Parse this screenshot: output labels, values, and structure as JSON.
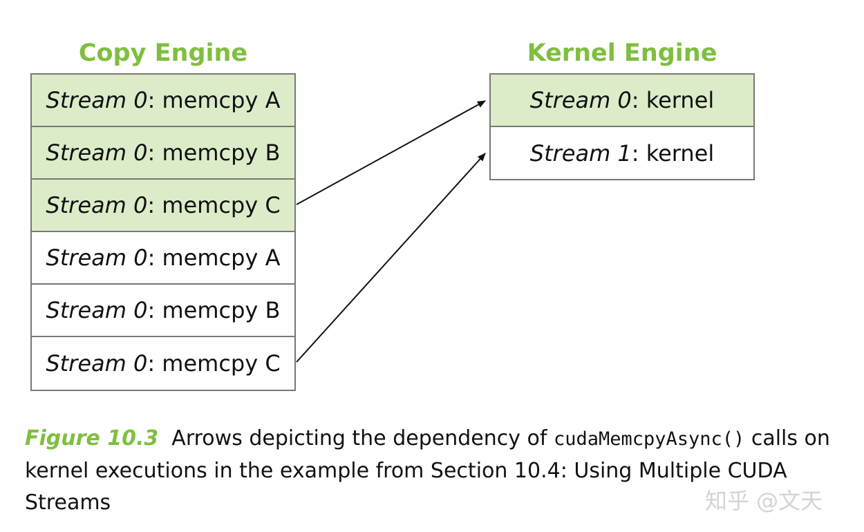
{
  "copy_engine": {
    "title": "Copy Engine",
    "rows": [
      {
        "stream": "Stream 0",
        "op": ": memcpy A",
        "highlighted": true
      },
      {
        "stream": "Stream 0",
        "op": ": memcpy B",
        "highlighted": true
      },
      {
        "stream": "Stream 0",
        "op": ": memcpy C",
        "highlighted": true
      },
      {
        "stream": "Stream 0",
        "op": ": memcpy A",
        "highlighted": false
      },
      {
        "stream": "Stream 0",
        "op": ": memcpy B",
        "highlighted": false
      },
      {
        "stream": "Stream 0",
        "op": ": memcpy C",
        "highlighted": false
      }
    ]
  },
  "kernel_engine": {
    "title": "Kernel Engine",
    "rows": [
      {
        "stream": "Stream 0",
        "op": ": kernel",
        "highlighted": true
      },
      {
        "stream": "Stream 1",
        "op": ": kernel",
        "highlighted": false
      }
    ]
  },
  "arrows": [
    {
      "from": "copy_engine.rows.2",
      "to": "kernel_engine.rows.0"
    },
    {
      "from": "copy_engine.rows.5",
      "to": "kernel_engine.rows.1"
    }
  ],
  "caption": {
    "label": "Figure 10.3",
    "text_before_code": "Arrows depicting the dependency of ",
    "code": "cudaMemcpyAsync()",
    "text_after_code": " calls on kernel executions in the example from Section 10.4: Using Multiple CUDA Streams"
  },
  "watermark": "知乎 @文天",
  "colors": {
    "accent_green": "#7fbf3f",
    "highlight_fill": "#dcecc9",
    "border_gray": "#777777"
  }
}
